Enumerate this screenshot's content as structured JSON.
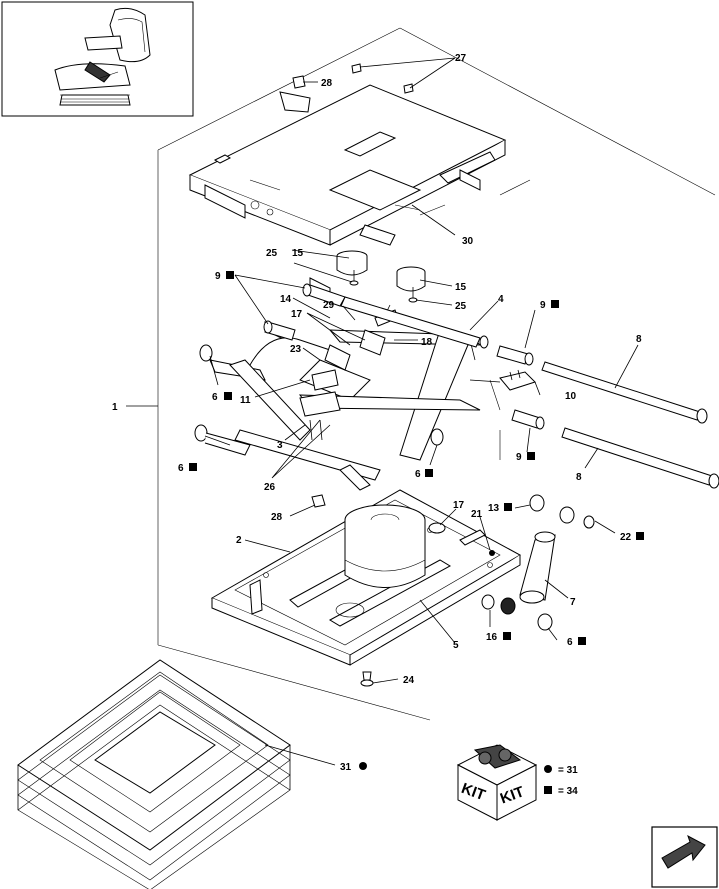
{
  "callouts": {
    "c1": "1",
    "c2": "2",
    "c3": "3",
    "c4": "4",
    "c5": "5",
    "c6a": "6",
    "c6b": "6",
    "c6c": "6",
    "c6d": "6",
    "c7": "7",
    "c8a": "8",
    "c8b": "8",
    "c9a": "9",
    "c9b": "9",
    "c9c": "9",
    "c10": "10",
    "c11": "11",
    "c13": "13",
    "c14": "14",
    "c15a": "15",
    "c15b": "15",
    "c16": "16",
    "c17a": "17",
    "c17b": "17",
    "c18": "18",
    "c21": "21",
    "c22": "22",
    "c23": "23",
    "c24": "24",
    "c25a": "25",
    "c25b": "25",
    "c26": "26",
    "c27": "27",
    "c28a": "28",
    "c28b": "28",
    "c29": "29",
    "c30": "30",
    "c31": "31"
  },
  "legend": {
    "circle_value": "= 31",
    "square_value": "= 34",
    "kit_text_left": "KIT",
    "kit_text_right": "KIT"
  },
  "icons": {
    "thumbnail": "seat-assembly-thumbnail",
    "nav": "next-page-arrow-icon"
  }
}
